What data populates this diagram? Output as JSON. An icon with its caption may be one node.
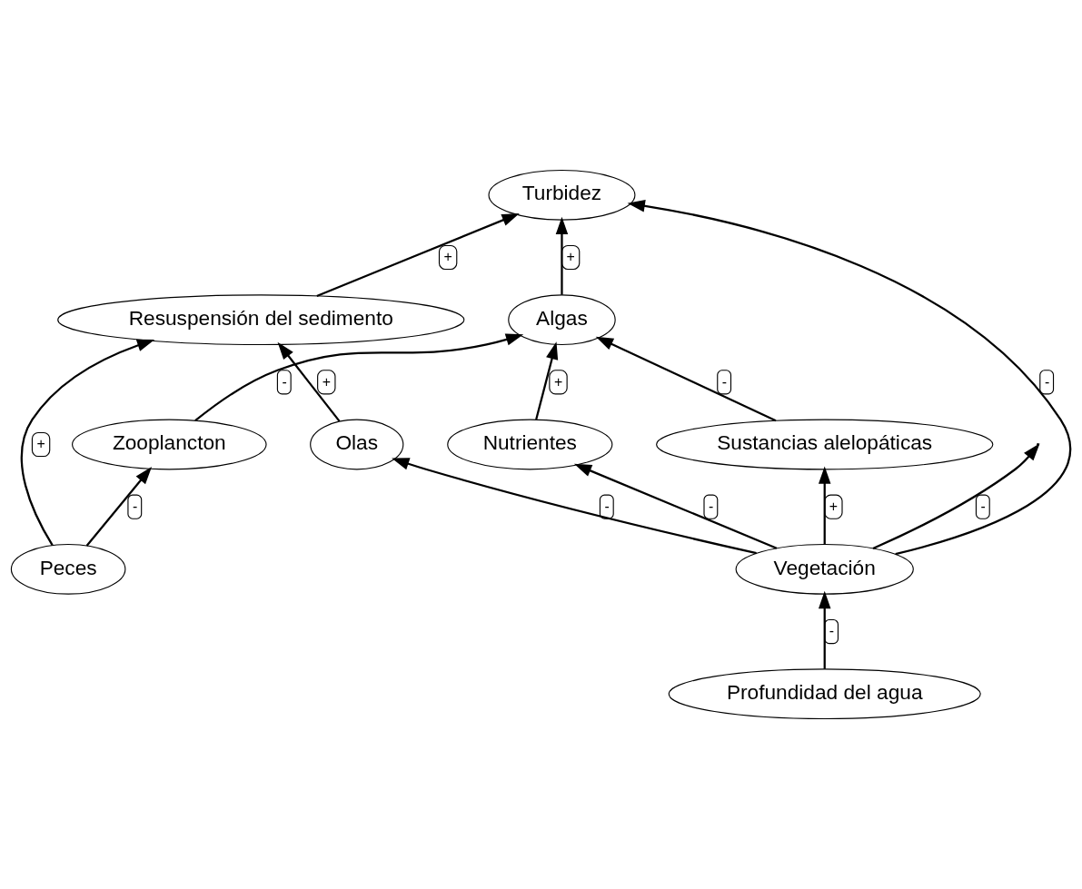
{
  "diagram": {
    "nodes": [
      {
        "text": [
          "Turbidez"
        ]
      },
      {
        "text": [
          "Resuspensión del sedimento"
        ]
      },
      {
        "text": [
          "Algas"
        ]
      },
      {
        "text": [
          "Profundidad del agua"
        ]
      },
      {
        "text": [
          "Nutrientes"
        ]
      },
      {
        "text": [
          "Vegetación"
        ]
      },
      {
        "text": [
          "Olas"
        ]
      },
      {
        "text": [
          "Sustancias alelopáticas"
        ]
      },
      {
        "text": [
          "Peces"
        ]
      },
      {
        "text": [
          "Zooplancton"
        ]
      }
    ],
    "edges": [
      {
        "from": 1,
        "to": 0,
        "arrow": "to",
        "label": "+"
      },
      {
        "from": 2,
        "to": 0,
        "arrow": "to",
        "label": "+"
      },
      {
        "from": 5,
        "to": 0,
        "arrow": "to",
        "label": "-"
      },
      {
        "from": 4,
        "to": 2,
        "arrow": "to",
        "label": "+"
      },
      {
        "from": 3,
        "to": 5,
        "arrow": "to",
        "label": "-"
      },
      {
        "from": 5,
        "to": 4,
        "arrow": "to",
        "label": "-"
      },
      {
        "from": 5,
        "to": 6,
        "arrow": "to",
        "label": "-"
      },
      {
        "from": 5,
        "to": 7,
        "arrow": "to",
        "label": "+"
      },
      {
        "from": 7,
        "to": 2,
        "arrow": "to",
        "label": "-"
      },
      {
        "from": 9,
        "to": 2,
        "arrow": "to",
        "label": "-"
      },
      {
        "from": 6,
        "to": 1,
        "arrow": "to",
        "label": "+"
      },
      {
        "from": 8,
        "to": 1,
        "arrow": "to",
        "label": "+"
      },
      {
        "from": 8,
        "to": 9,
        "arrow": "to",
        "label": "-"
      },
      {
        "from": 5,
        "to": null,
        "arrow": "to",
        "label": "-"
      }
    ]
  }
}
